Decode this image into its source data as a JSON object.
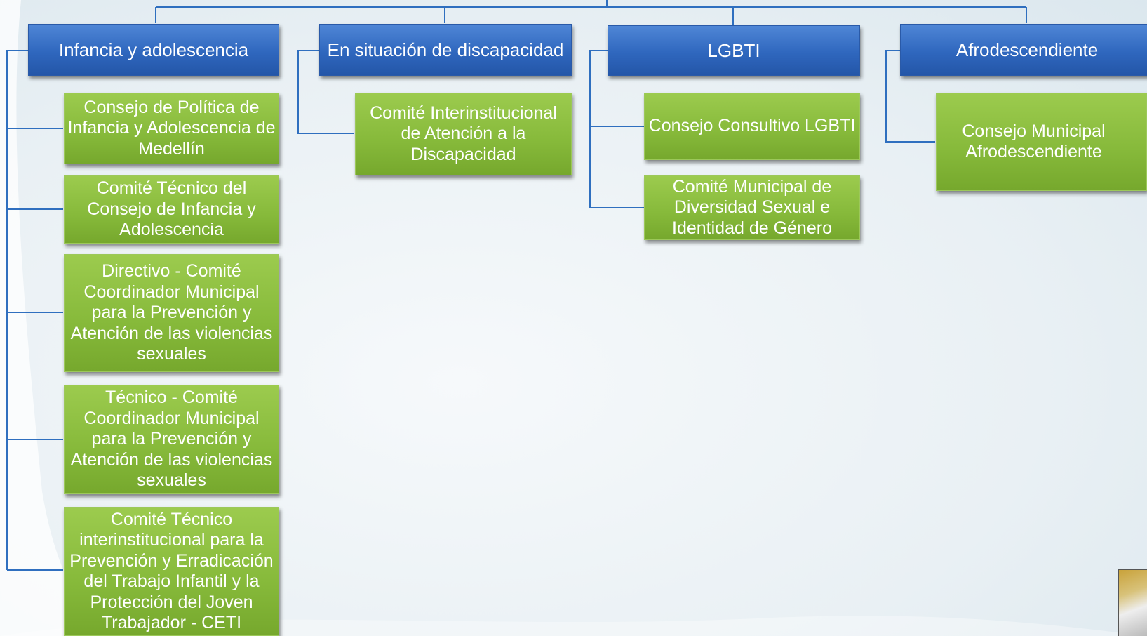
{
  "header_boxes": {
    "infancia": "Infancia y adolescencia",
    "discapacidad": "En situación de discapacidad",
    "lgbti": "LGBTI",
    "afro": "Afrodescendiente"
  },
  "infancia_items": [
    "Consejo de Política de Infancia y Adolescencia de Medellín",
    "Comité Técnico del Consejo de Infancia y Adolescencia",
    "Directivo - Comité Coordinador Municipal para la Prevención y Atención de las violencias sexuales",
    "Técnico - Comité Coordinador Municipal para la Prevención y Atención de las violencias sexuales",
    "Comité Técnico interinstitucional para la Prevención y Erradicación del Trabajo Infantil y la Protección del Joven Trabajador - CETI"
  ],
  "discapacidad_items": [
    "Comité Interinstitucional de Atención a la Discapacidad"
  ],
  "lgbti_items": [
    "Consejo Consultivo LGBTI",
    "Comité Municipal de Diversidad Sexual e Identidad de Género"
  ],
  "afro_items": [
    "Consejo Municipal Afrodescendiente"
  ],
  "colors": {
    "header_blue": "#2f67be",
    "item_green": "#86b93a",
    "connector": "#2f6fbf"
  },
  "logo_icon": "coat-of-arms-icon"
}
